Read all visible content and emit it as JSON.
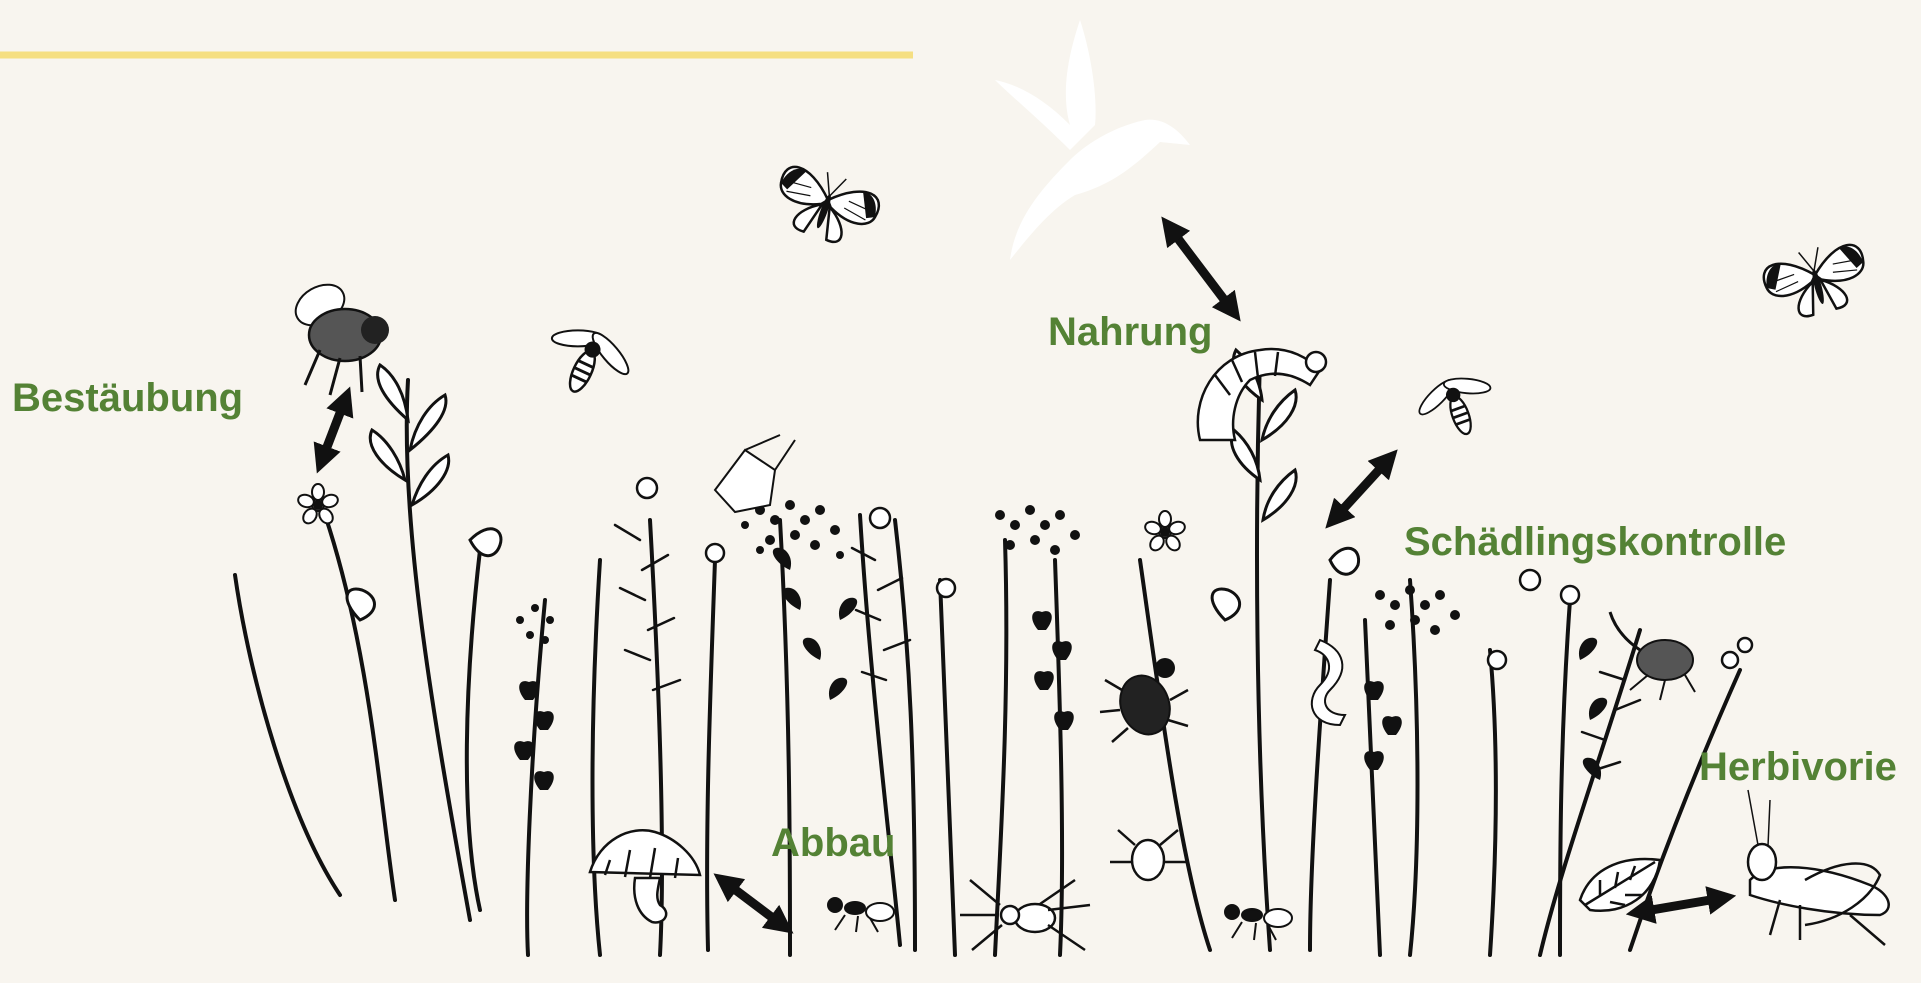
{
  "labels": {
    "pollination": "Bestäubung",
    "food": "Nahrung",
    "pest_control": "Schädlingskontrolle",
    "herbivory": "Herbivorie",
    "decomposition": "Abbau"
  },
  "colors": {
    "background": "#f8f5ef",
    "label": "#548235",
    "accent_line": "#f5df82",
    "ink": "#111111",
    "bird": "#ffffff"
  },
  "icons": [
    "bumblebee-icon",
    "hoverfly-icon",
    "butterfly-icon",
    "bird-icon",
    "caterpillar-icon",
    "wasp-icon",
    "stinkbug-icon",
    "beetle-icon",
    "larva-icon",
    "spider-icon",
    "ant-icon",
    "mushroom-icon",
    "weevil-icon",
    "grasshopper-icon",
    "leaf-icon",
    "flower-icon"
  ]
}
